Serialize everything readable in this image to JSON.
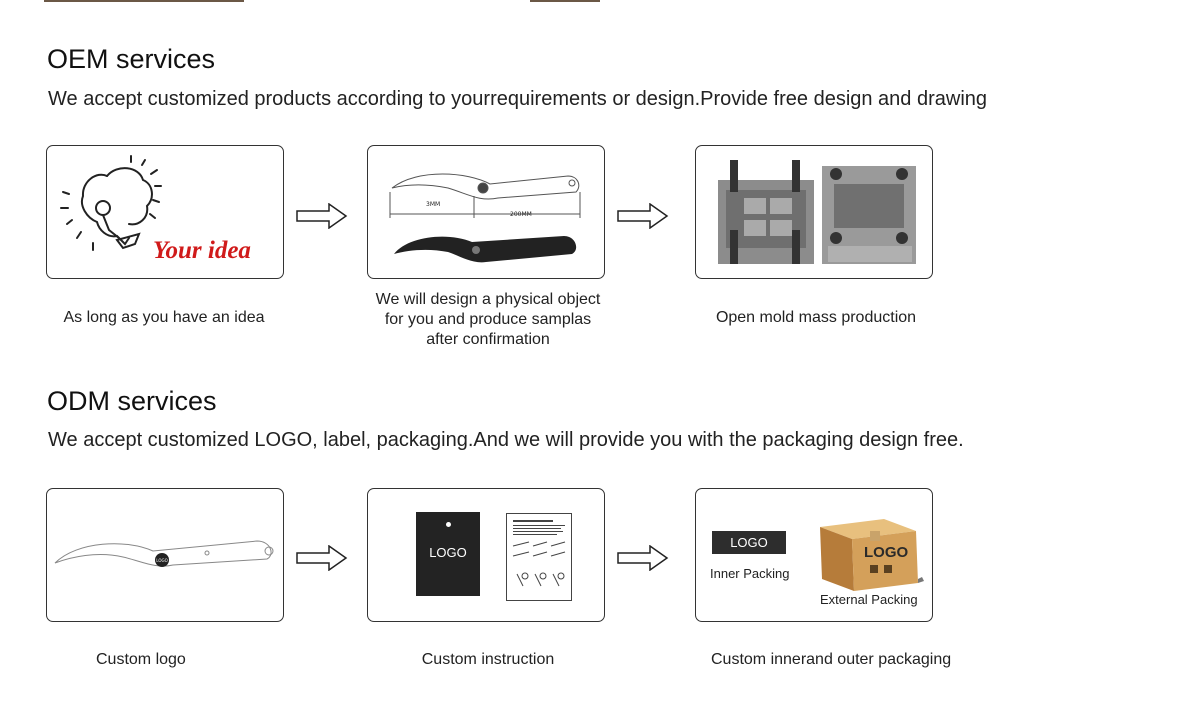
{
  "oem": {
    "title": "OEM services",
    "description": "We accept customized products according to yourrequirements or design.Provide free design and drawing",
    "steps": [
      {
        "image_text": "Your idea",
        "caption": "As long as you have an idea"
      },
      {
        "dimension_labels": [
          "3MM",
          "200MM"
        ],
        "caption_lines": [
          "We will design a physical object",
          "for you and produce samplas",
          "after confirmation"
        ]
      },
      {
        "caption": "Open mold mass production"
      }
    ]
  },
  "odm": {
    "title": "ODM services",
    "description": "We accept customized LOGO, label, packaging.And we will provide you with the packaging design free.",
    "steps": [
      {
        "knife_logo": "LOGO",
        "caption": "Custom logo"
      },
      {
        "box_logo": "LOGO",
        "caption": "Custom instruction"
      },
      {
        "inner_logo": "LOGO",
        "inner_label": "Inner Packing",
        "outer_logo": "LOGO",
        "outer_label": "External Packing",
        "caption": "Custom innerand outer packaging"
      }
    ]
  },
  "icons": [
    "lightbulb-head-icon",
    "right-arrow-icon",
    "knife-icon",
    "mold-icon",
    "box-icon",
    "manual-icon"
  ],
  "colors": {
    "accent_red": "#d01a1a",
    "card_border": "#333333",
    "box_brown": "#d4a05a"
  }
}
